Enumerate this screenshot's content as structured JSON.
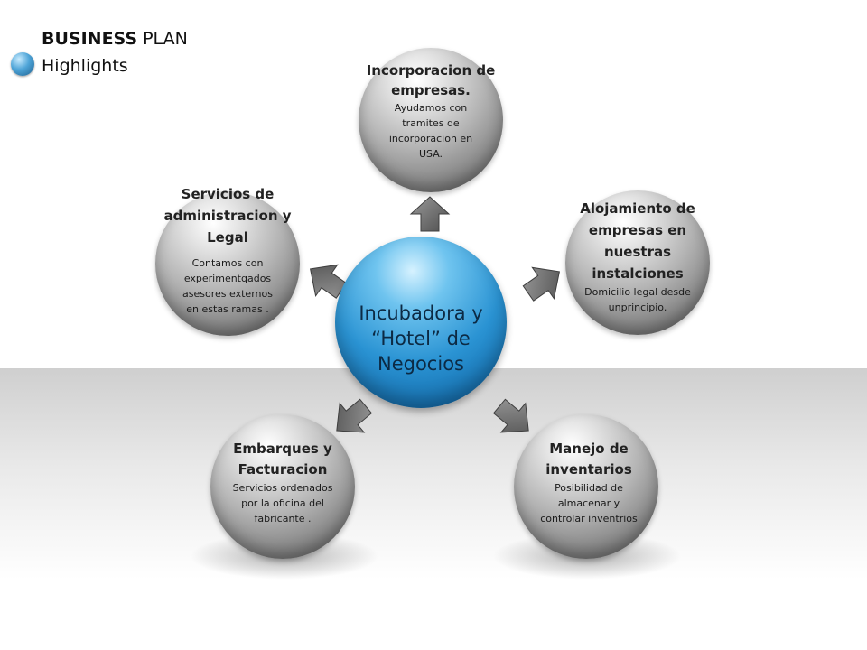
{
  "header": {
    "line1_bold": "BUSINESS",
    "line1_rest": " PLAN",
    "line2": "Highlights"
  },
  "center": {
    "title": "Incubadora y “Hotel” de Negocios"
  },
  "nodes": {
    "top": {
      "title": "Incorporacion de empresas.",
      "desc": "Ayudamos con tramites de incorporacion en USA."
    },
    "right": {
      "title": "Alojamiento de empresas en nuestras instalciones",
      "desc": "Domicilio legal desde unprincipio."
    },
    "bottom_right": {
      "title": "Manejo de inventarios",
      "desc": "Posibilidad de almacenar y controlar inventrios"
    },
    "bottom_left": {
      "title": "Embarques y Facturacion",
      "desc": "Servicios ordenados por la oficina del fabricante ."
    },
    "left": {
      "title": "Servicios de administracion y Legal",
      "desc": "Contamos con experimentqados asesores externos en estas ramas ."
    }
  },
  "colors": {
    "center_blue": "#2a93d3",
    "sphere_gray": "#9a9a9a",
    "arrow_gray": "#6a6a6a"
  }
}
